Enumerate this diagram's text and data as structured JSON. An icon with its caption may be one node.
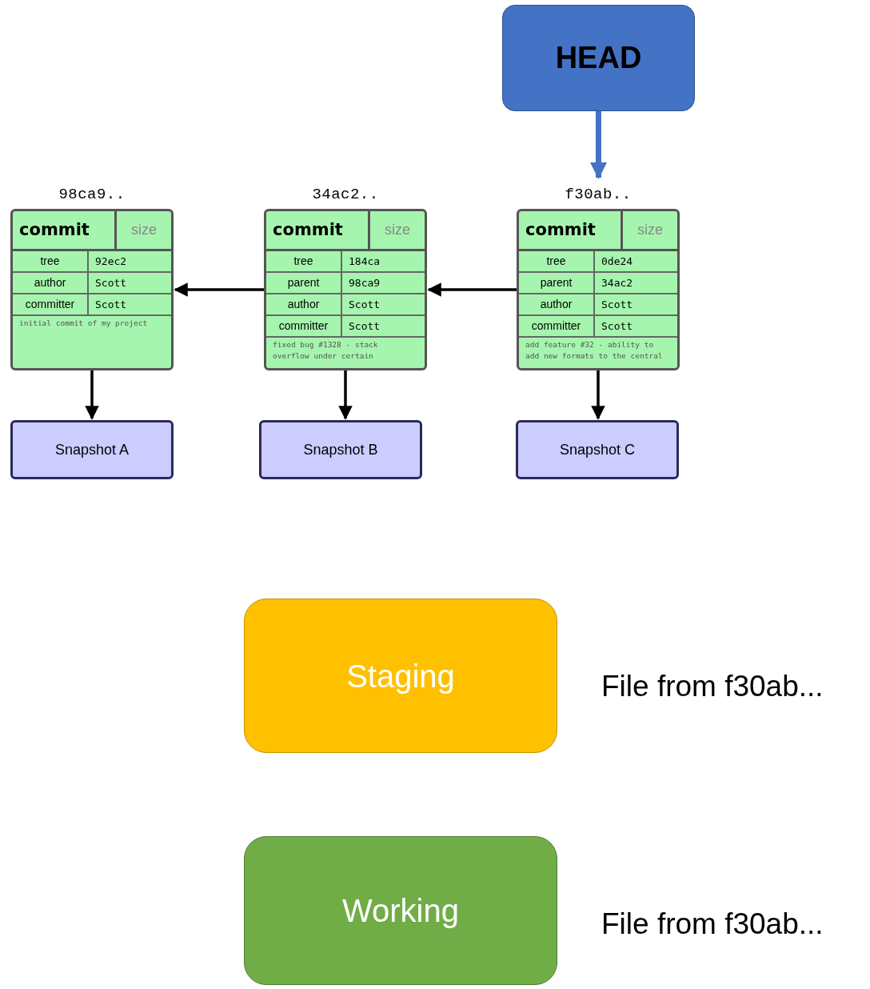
{
  "diagram": {
    "nodes": [
      {
        "text": [
          "HEAD"
        ]
      },
      {
        "text": [
          "98ca9..",
          "commit",
          "size",
          "tree",
          "92ec2",
          "author",
          "Scott",
          "committer",
          "Scott",
          "initial commit of my project"
        ]
      },
      {
        "text": [
          "34ac2..",
          "commit",
          "size",
          "tree",
          "184ca",
          "parent",
          "98ca9",
          "author",
          "Scott",
          "committer",
          "Scott",
          "fixed bug #1328 - stack overflow under certain"
        ]
      },
      {
        "text": [
          "f30ab..",
          "commit",
          "size",
          "tree",
          "0de24",
          "parent",
          "34ac2",
          "author",
          "Scott",
          "committer",
          "Scott",
          "add feature #32 - ability to add new formats to the central"
        ]
      },
      {
        "text": [
          "Snapshot A"
        ]
      },
      {
        "text": [
          "Snapshot B"
        ]
      },
      {
        "text": [
          "Snapshot C"
        ]
      },
      {
        "text": [
          "Staging"
        ],
        "beside": [
          "File from f30ab..."
        ]
      },
      {
        "text": [
          "Working"
        ],
        "beside": [
          "File from f30ab..."
        ]
      }
    ],
    "edges": [
      {
        "from": 0,
        "to": 3,
        "arrow": "to",
        "style": "thick",
        "color": "#4472c4"
      },
      {
        "from": 3,
        "to": 2,
        "arrow": "to"
      },
      {
        "from": 2,
        "to": 1,
        "arrow": "to"
      },
      {
        "from": 1,
        "to": 4,
        "arrow": "to"
      },
      {
        "from": 2,
        "to": 5,
        "arrow": "to"
      },
      {
        "from": 3,
        "to": 6,
        "arrow": "to"
      }
    ]
  }
}
